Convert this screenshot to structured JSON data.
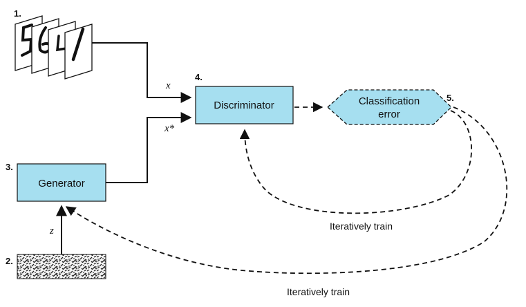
{
  "diagram": {
    "steps": {
      "one": "1.",
      "two": "2.",
      "three": "3.",
      "four": "4.",
      "five": "5."
    },
    "nodes": {
      "generator": "Generator",
      "discriminator": "Discriminator",
      "classification_line1": "Classification",
      "classification_line2": "error"
    },
    "edges": {
      "x": "x",
      "x_star": "x*",
      "z": "z"
    },
    "loops": {
      "inner": "Iteratively train",
      "outer": "Iteratively train"
    },
    "colors": {
      "box_fill": "#a6dff0",
      "stroke": "#111111"
    },
    "icons": {
      "digit_cards": "handwritten-digit-images-icon",
      "noise": "random-noise-image-icon"
    }
  }
}
